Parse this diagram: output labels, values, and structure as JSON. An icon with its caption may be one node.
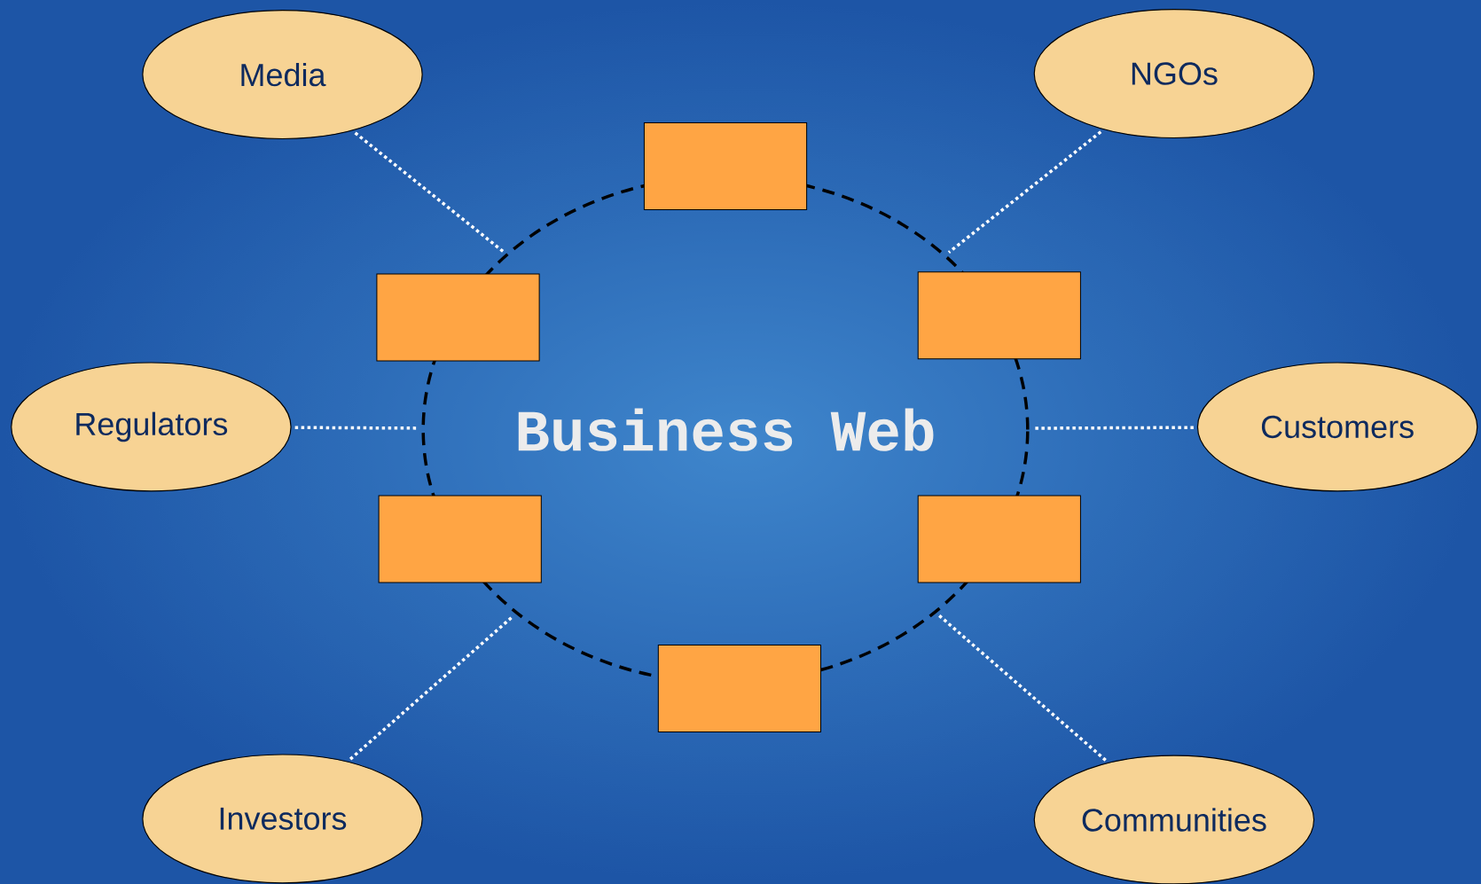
{
  "diagram": {
    "nodes": [
      {
        "text": [
          "Media"
        ]
      },
      {
        "text": [
          "NGOs"
        ]
      },
      {
        "text": [
          "Business Web"
        ]
      },
      {
        "text": [],
        "shape": "box"
      },
      {
        "text": [],
        "shape": "box"
      },
      {
        "text": [],
        "shape": "box"
      },
      {
        "text": [
          "Regulators"
        ]
      },
      {
        "text": [
          "Customers"
        ]
      },
      {
        "text": [],
        "shape": "box"
      },
      {
        "text": [],
        "shape": "box"
      },
      {
        "text": [],
        "shape": "box"
      },
      {
        "text": [
          "Investors"
        ]
      },
      {
        "text": [
          "Communities"
        ]
      }
    ],
    "edges": [
      {
        "from": 0,
        "to": 2,
        "arrow": "none"
      },
      {
        "from": 1,
        "to": 2,
        "arrow": "none"
      },
      {
        "from": 6,
        "to": 2,
        "arrow": "none"
      },
      {
        "from": 7,
        "to": 2,
        "arrow": "none"
      },
      {
        "from": 11,
        "to": 2,
        "arrow": "none"
      },
      {
        "from": 12,
        "to": 2,
        "arrow": "none"
      }
    ]
  }
}
